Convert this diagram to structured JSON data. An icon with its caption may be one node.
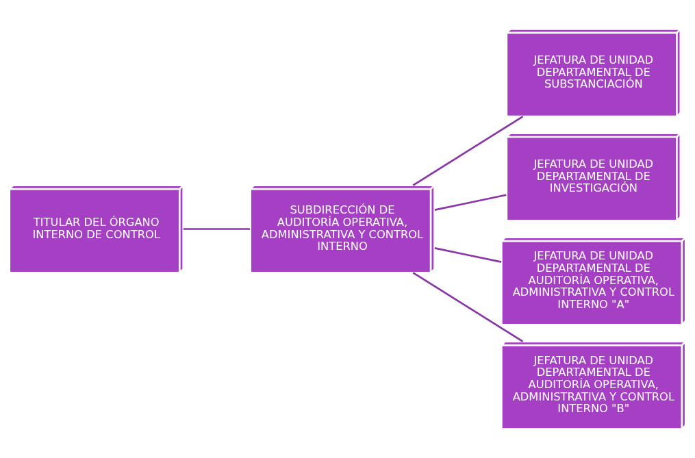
{
  "diagram": {
    "nodes": [
      {
        "text": [
          "TITULAR DEL ÓRGANO INTERNO DE CONTROL"
        ]
      },
      {
        "text": [
          "SUBDIRECCIÓN DE AUDITORÍA OPERATIVA, ADMINISTRATIVA Y CONTROL INTERNO"
        ]
      },
      {
        "text": [
          "JEFATURA DE UNIDAD DEPARTAMENTAL DE SUBSTANCIACIÓN"
        ]
      },
      {
        "text": [
          "JEFATURA DE UNIDAD DEPARTAMENTAL DE INVESTIGACIÓN"
        ]
      },
      {
        "text": [
          "JEFATURA DE UNIDAD DEPARTAMENTAL DE AUDITORÍA OPERATIVA, ADMINISTRATIVA Y CONTROL INTERNO \"A\""
        ]
      },
      {
        "text": [
          "JEFATURA DE UNIDAD DEPARTAMENTAL DE AUDITORÍA OPERATIVA, ADMINISTRATIVA Y CONTROL INTERNO \"B\""
        ]
      }
    ],
    "edges": [
      {
        "from": 0,
        "to": 1,
        "arrow": "none"
      },
      {
        "from": 1,
        "to": 2,
        "arrow": "none"
      },
      {
        "from": 1,
        "to": 3,
        "arrow": "none"
      },
      {
        "from": 1,
        "to": 4,
        "arrow": "none"
      },
      {
        "from": 1,
        "to": 5,
        "arrow": "none"
      }
    ]
  }
}
